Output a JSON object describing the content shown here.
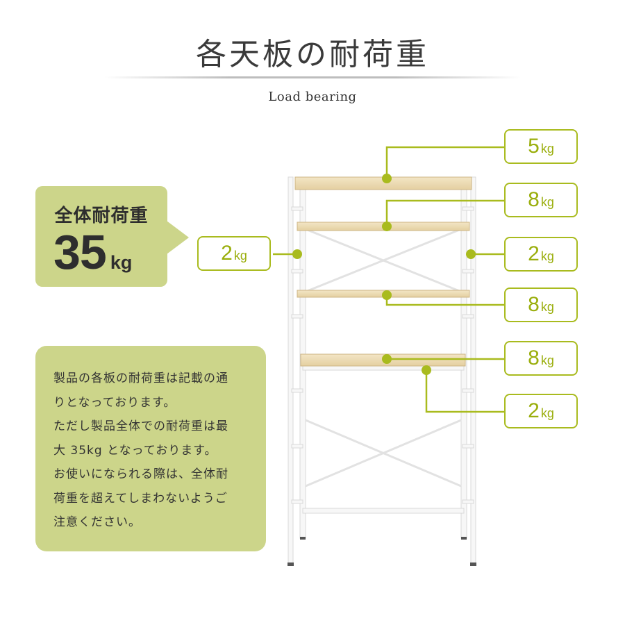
{
  "header": {
    "title": "各天板の耐荷重",
    "subtitle": "Load bearing"
  },
  "total": {
    "label": "全体耐荷重",
    "value": "35",
    "unit": "kg"
  },
  "note": {
    "text": "製品の各板の耐荷重は記載の通\nりとなっております。\nただし製品全体での耐荷重は最\n大 35kg となっております。\nお使いになられる際は、全体耐\n荷重を超えてしまわないようご\n注意ください。"
  },
  "loads": [
    {
      "value": "5",
      "unit": "kg"
    },
    {
      "value": "8",
      "unit": "kg"
    },
    {
      "value": "2",
      "unit": "kg"
    },
    {
      "value": "8",
      "unit": "kg"
    },
    {
      "value": "8",
      "unit": "kg"
    },
    {
      "value": "2",
      "unit": "kg"
    },
    {
      "value": "2",
      "unit": "kg"
    }
  ],
  "colors": {
    "accent": "#a9bb1e",
    "box_fill": "#ccd58a",
    "shelf_wood": "#eedcb6",
    "frame": "#f4f4f4"
  }
}
